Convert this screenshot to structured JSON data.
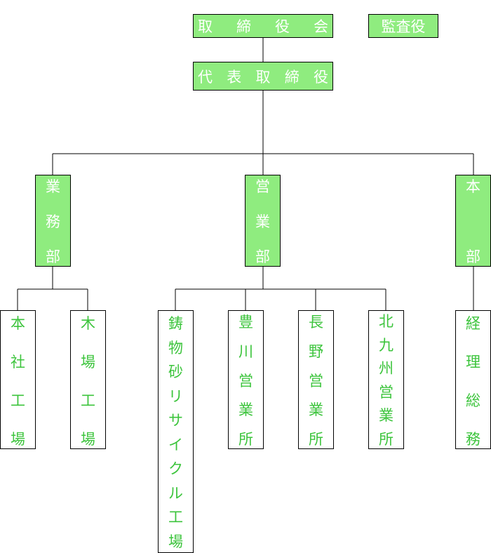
{
  "board": [
    "取",
    "締",
    "役",
    "会"
  ],
  "auditor": "監査役",
  "ceo": [
    "代",
    "表",
    "取",
    "締",
    "役"
  ],
  "departments": {
    "gyomu": [
      "業",
      "務",
      "部"
    ],
    "eigyo": [
      "営",
      "業",
      "部"
    ],
    "honbu": [
      "本",
      "部"
    ]
  },
  "units": {
    "honsha": [
      "本",
      "社",
      "工",
      "場"
    ],
    "kiba": [
      "木",
      "場",
      "工",
      "場"
    ],
    "recycle": [
      "鋳",
      "物",
      "砂",
      "リ",
      "サ",
      "イ",
      "ク",
      "ル",
      "工",
      "場"
    ],
    "toyokawa": [
      "豊",
      "川",
      "営",
      "業",
      "所"
    ],
    "nagano": [
      "長",
      "野",
      "営",
      "業",
      "所"
    ],
    "kitakyushu": [
      "北",
      "九",
      "州",
      "営",
      "業",
      "所"
    ],
    "keiri": [
      "経",
      "理",
      "総",
      "務"
    ]
  }
}
